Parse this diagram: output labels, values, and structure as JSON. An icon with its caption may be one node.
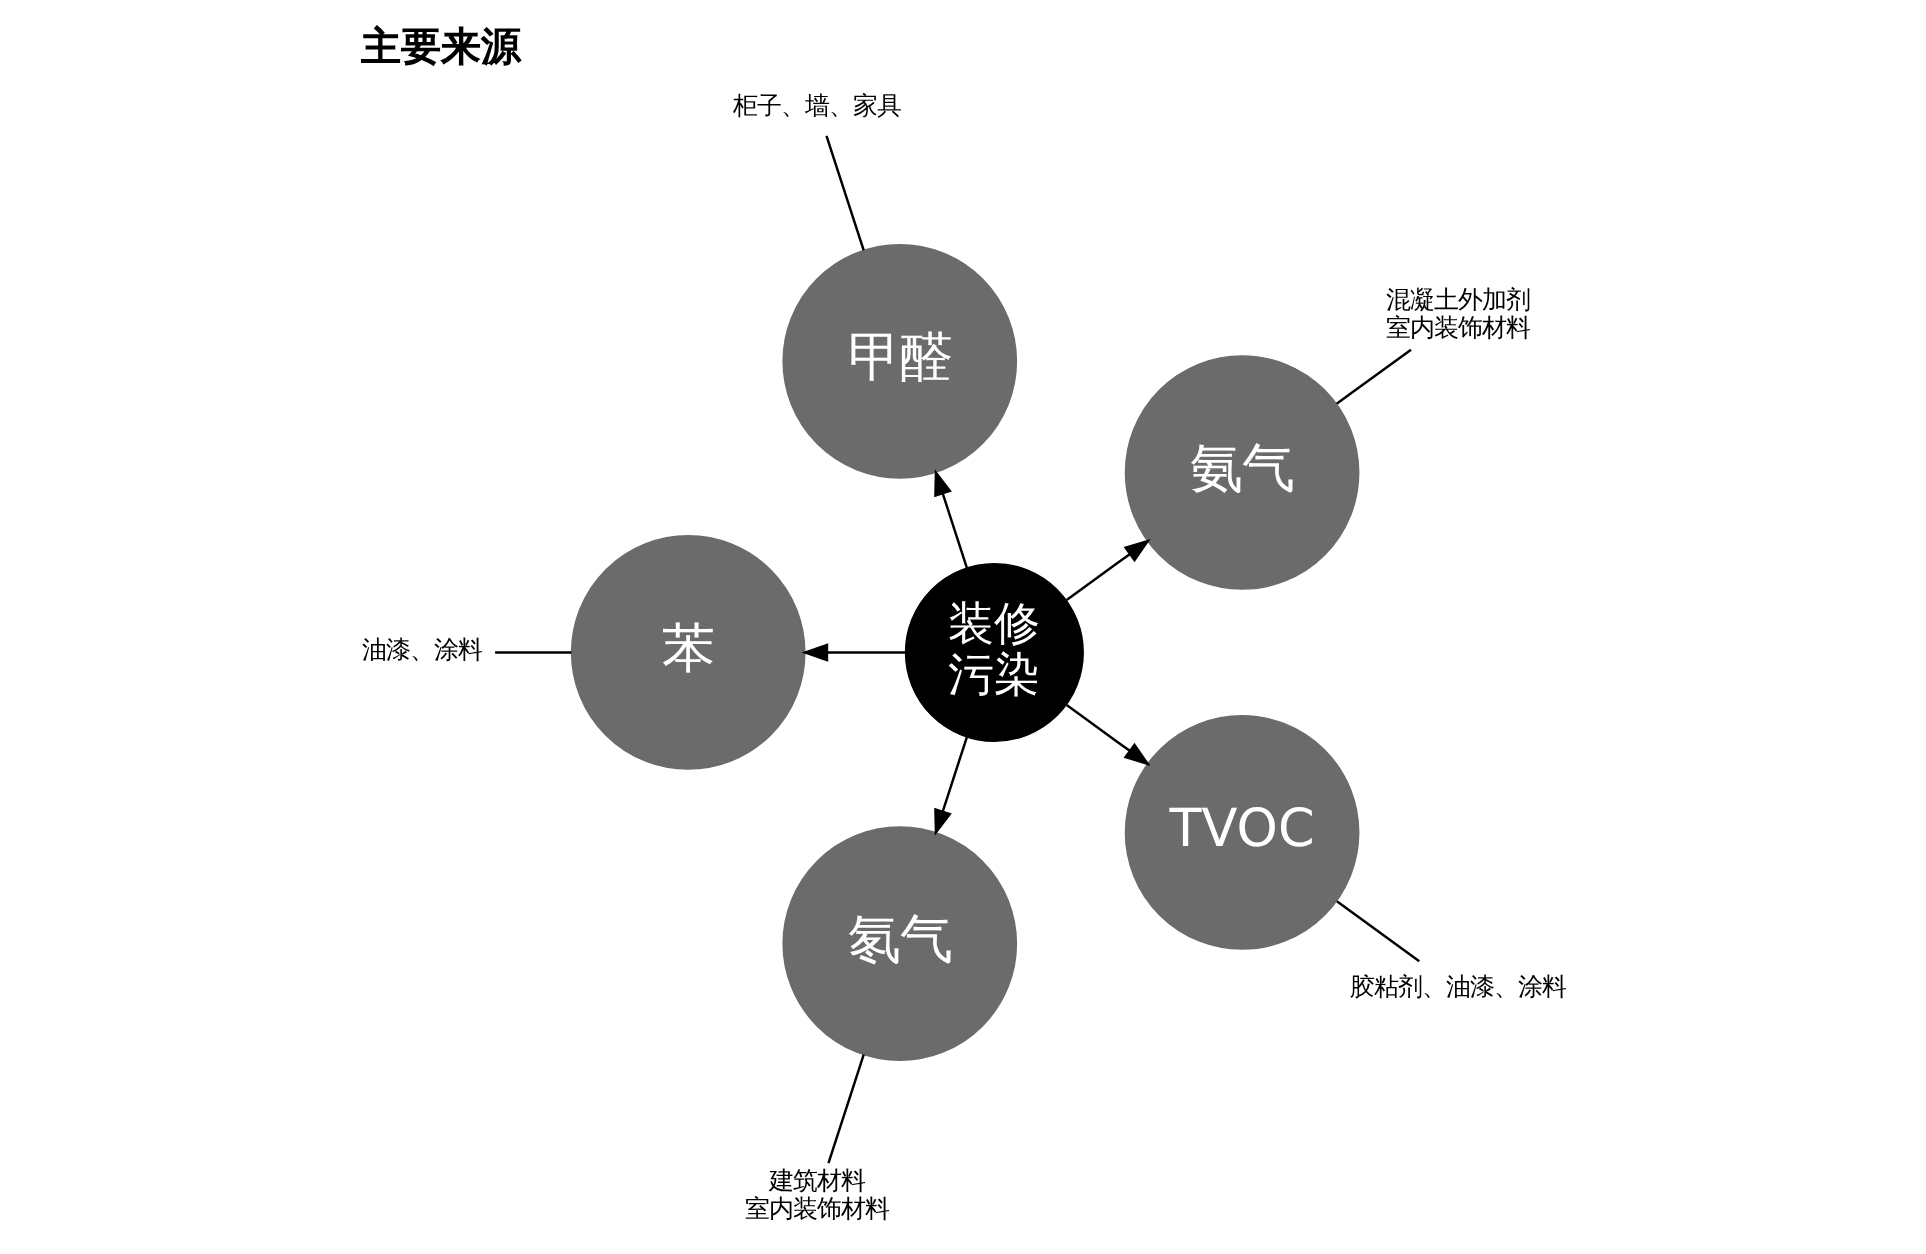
{
  "diagram": {
    "title": "主要来源",
    "nodes": [
      {
        "text": [
          "装修污染"
        ]
      },
      {
        "text": [
          "甲醛"
        ]
      },
      {
        "text": [
          "苯"
        ]
      },
      {
        "text": [
          "氨气"
        ]
      },
      {
        "text": [
          "氡气"
        ]
      },
      {
        "text": [
          "TVOC"
        ]
      },
      {
        "text": [
          "柜子、墙、家具"
        ]
      },
      {
        "text": [
          "油漆、涂料"
        ]
      },
      {
        "text": [
          "混凝土外加剂",
          "室内装饰材料"
        ]
      },
      {
        "text": [
          "建筑材料",
          "室内装饰材料"
        ]
      },
      {
        "text": [
          "胶粘剂、油漆、涂料"
        ]
      }
    ],
    "edges": [
      {
        "from": 0,
        "to": 1,
        "arrow": "to"
      },
      {
        "from": 0,
        "to": 3,
        "arrow": "to"
      },
      {
        "from": 0,
        "to": 5,
        "arrow": "to"
      },
      {
        "from": 0,
        "to": 4,
        "arrow": "to"
      },
      {
        "from": 0,
        "to": 2,
        "arrow": "to"
      },
      {
        "from": 6,
        "to": 1,
        "arrow": "none"
      },
      {
        "from": 8,
        "to": 3,
        "arrow": "none"
      },
      {
        "from": 10,
        "to": 5,
        "arrow": "none"
      },
      {
        "from": 9,
        "to": 4,
        "arrow": "none"
      },
      {
        "from": 7,
        "to": 2,
        "arrow": "none"
      }
    ]
  }
}
